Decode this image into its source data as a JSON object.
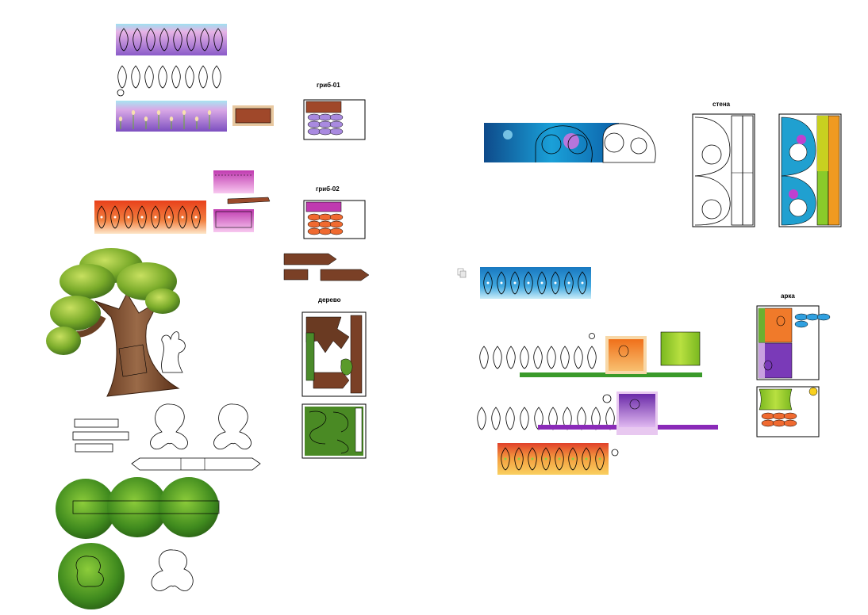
{
  "labels": {
    "mushroom_1": "гриб-01",
    "mushroom_2": "гриб-02",
    "tree": "дерево",
    "wall": "стена",
    "arch": "арка"
  },
  "colors": {
    "lavender_top": "#c9a8e8",
    "lavender_bottom": "#8a5bc9",
    "orange_top": "#f07a3a",
    "orange_bottom": "#d9401a",
    "blue_top": "#1a8bd0",
    "blue_bottom": "#7fd2f0",
    "wood": "#8a4b2a",
    "leaf_green": "#5a9a2a",
    "lime": "#9ad12a",
    "magenta": "#d04ab8",
    "purple": "#7a3ab8",
    "grass": "#3a9a2a"
  },
  "icons": [
    "petal-shape-icon",
    "circle-marker-icon",
    "wood-plank-icon",
    "tree-icon",
    "bush-icon",
    "grass-strip-icon",
    "page-copy-icon"
  ]
}
